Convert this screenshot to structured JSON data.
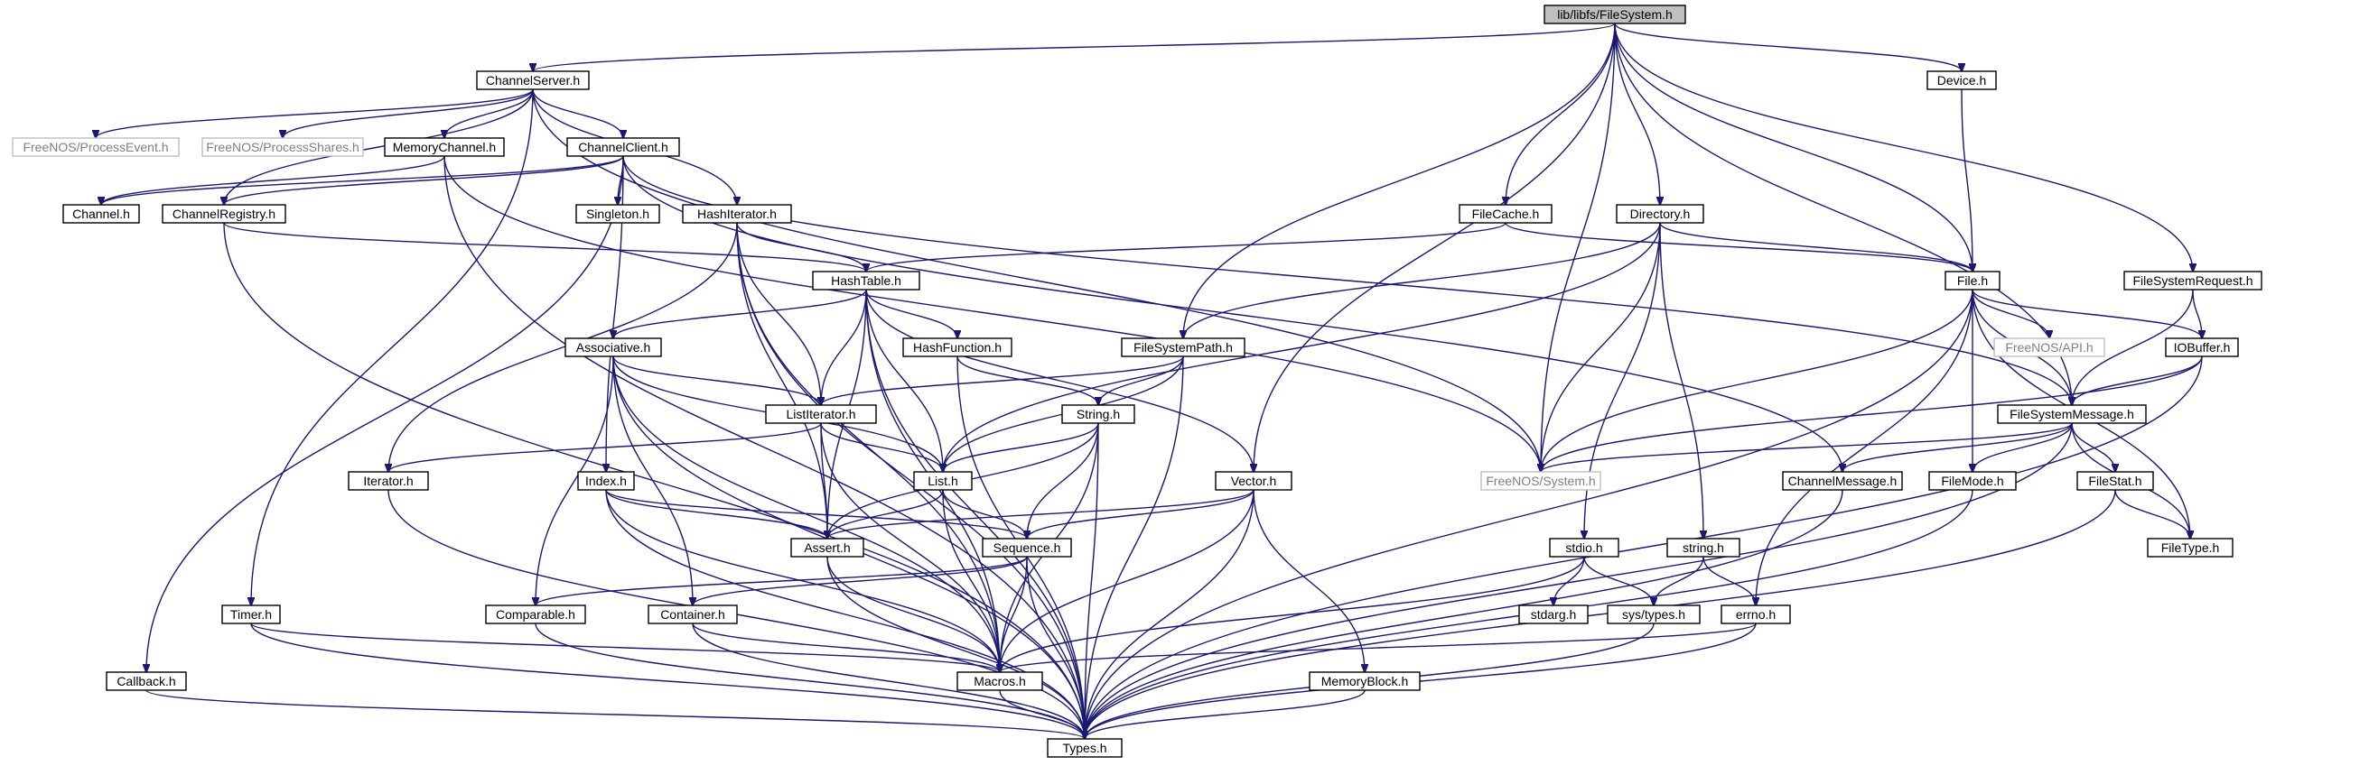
{
  "colors": {
    "edge": "#191970",
    "root_fill": "#bfbfbf",
    "external_border": "#bfbfbf",
    "node_border": "#000000"
  },
  "nodes": [
    {
      "id": "filesystem",
      "label": "lib/libfs/FileSystem.h",
      "kind": "root"
    },
    {
      "id": "channelserver",
      "label": "ChannelServer.h",
      "kind": "normal"
    },
    {
      "id": "device",
      "label": "Device.h",
      "kind": "normal"
    },
    {
      "id": "processevent",
      "label": "FreeNOS/ProcessEvent.h",
      "kind": "external"
    },
    {
      "id": "processshares",
      "label": "FreeNOS/ProcessShares.h",
      "kind": "external"
    },
    {
      "id": "memorychannel",
      "label": "MemoryChannel.h",
      "kind": "normal"
    },
    {
      "id": "channelclient",
      "label": "ChannelClient.h",
      "kind": "normal"
    },
    {
      "id": "channel",
      "label": "Channel.h",
      "kind": "normal"
    },
    {
      "id": "channelregistry",
      "label": "ChannelRegistry.h",
      "kind": "normal"
    },
    {
      "id": "singleton",
      "label": "Singleton.h",
      "kind": "normal"
    },
    {
      "id": "hashiterator",
      "label": "HashIterator.h",
      "kind": "normal"
    },
    {
      "id": "filecache",
      "label": "FileCache.h",
      "kind": "normal"
    },
    {
      "id": "directory",
      "label": "Directory.h",
      "kind": "normal"
    },
    {
      "id": "fileh",
      "label": "File.h",
      "kind": "normal"
    },
    {
      "id": "filesystemrequest",
      "label": "FileSystemRequest.h",
      "kind": "normal"
    },
    {
      "id": "hashtable",
      "label": "HashTable.h",
      "kind": "normal"
    },
    {
      "id": "associative",
      "label": "Associative.h",
      "kind": "normal"
    },
    {
      "id": "hashfunction",
      "label": "HashFunction.h",
      "kind": "normal"
    },
    {
      "id": "filesystempath",
      "label": "FileSystemPath.h",
      "kind": "normal"
    },
    {
      "id": "api",
      "label": "FreeNOS/API.h",
      "kind": "external"
    },
    {
      "id": "iobuffer",
      "label": "IOBuffer.h",
      "kind": "normal"
    },
    {
      "id": "listiterator",
      "label": "ListIterator.h",
      "kind": "normal"
    },
    {
      "id": "stringh",
      "label": "String.h",
      "kind": "normal"
    },
    {
      "id": "filesystemmessage",
      "label": "FileSystemMessage.h",
      "kind": "normal"
    },
    {
      "id": "iterator",
      "label": "Iterator.h",
      "kind": "normal"
    },
    {
      "id": "list",
      "label": "List.h",
      "kind": "normal"
    },
    {
      "id": "index",
      "label": "Index.h",
      "kind": "normal"
    },
    {
      "id": "vector",
      "label": "Vector.h",
      "kind": "normal"
    },
    {
      "id": "system",
      "label": "FreeNOS/System.h",
      "kind": "external"
    },
    {
      "id": "channelmessage",
      "label": "ChannelMessage.h",
      "kind": "normal"
    },
    {
      "id": "filemode",
      "label": "FileMode.h",
      "kind": "normal"
    },
    {
      "id": "filestat",
      "label": "FileStat.h",
      "kind": "normal"
    },
    {
      "id": "assert",
      "label": "Assert.h",
      "kind": "normal"
    },
    {
      "id": "sequence",
      "label": "Sequence.h",
      "kind": "normal"
    },
    {
      "id": "stdio",
      "label": "stdio.h",
      "kind": "normal"
    },
    {
      "id": "stringlc",
      "label": "string.h",
      "kind": "normal"
    },
    {
      "id": "filetype",
      "label": "FileType.h",
      "kind": "normal"
    },
    {
      "id": "timer",
      "label": "Timer.h",
      "kind": "normal"
    },
    {
      "id": "comparable",
      "label": "Comparable.h",
      "kind": "normal"
    },
    {
      "id": "container",
      "label": "Container.h",
      "kind": "normal"
    },
    {
      "id": "stdarg",
      "label": "stdarg.h",
      "kind": "normal"
    },
    {
      "id": "systypes",
      "label": "sys/types.h",
      "kind": "normal"
    },
    {
      "id": "errno",
      "label": "errno.h",
      "kind": "normal"
    },
    {
      "id": "callback",
      "label": "Callback.h",
      "kind": "normal"
    },
    {
      "id": "macros",
      "label": "Macros.h",
      "kind": "normal"
    },
    {
      "id": "memoryblock",
      "label": "MemoryBlock.h",
      "kind": "normal"
    },
    {
      "id": "types",
      "label": "Types.h",
      "kind": "normal"
    }
  ],
  "edges": [
    [
      "filesystem",
      "channelserver"
    ],
    [
      "filesystem",
      "device"
    ],
    [
      "filesystem",
      "fileh"
    ],
    [
      "filesystem",
      "filesystemrequest"
    ],
    [
      "filesystem",
      "filecache"
    ],
    [
      "filesystem",
      "directory"
    ],
    [
      "filesystem",
      "filesystempath"
    ],
    [
      "filesystem",
      "vector"
    ],
    [
      "filesystem",
      "system"
    ],
    [
      "filesystem",
      "filesystemmessage"
    ],
    [
      "channelserver",
      "processevent"
    ],
    [
      "channelserver",
      "processshares"
    ],
    [
      "channelserver",
      "memorychannel"
    ],
    [
      "channelserver",
      "channelclient"
    ],
    [
      "channelserver",
      "hashiterator"
    ],
    [
      "channelserver",
      "channelregistry"
    ],
    [
      "channelserver",
      "timer"
    ],
    [
      "channelserver",
      "system"
    ],
    [
      "memorychannel",
      "channel"
    ],
    [
      "memorychannel",
      "types"
    ],
    [
      "memorychannel",
      "system"
    ],
    [
      "channelclient",
      "channel"
    ],
    [
      "channelclient",
      "channelregistry"
    ],
    [
      "channelclient",
      "singleton"
    ],
    [
      "channelclient",
      "index"
    ],
    [
      "channelclient",
      "callback"
    ],
    [
      "channelclient",
      "channelmessage"
    ],
    [
      "channelclient",
      "filesystemmessage"
    ],
    [
      "channelregistry",
      "hashtable"
    ],
    [
      "channelregistry",
      "types"
    ],
    [
      "hashiterator",
      "hashtable"
    ],
    [
      "hashiterator",
      "iterator"
    ],
    [
      "hashiterator",
      "listiterator"
    ],
    [
      "hashiterator",
      "assert"
    ],
    [
      "hashiterator",
      "macros"
    ],
    [
      "hashiterator",
      "types"
    ],
    [
      "filecache",
      "hashtable"
    ],
    [
      "filecache",
      "fileh"
    ],
    [
      "directory",
      "fileh"
    ],
    [
      "directory",
      "filesystempath"
    ],
    [
      "directory",
      "list"
    ],
    [
      "directory",
      "system"
    ],
    [
      "directory",
      "stdio"
    ],
    [
      "directory",
      "stringlc"
    ],
    [
      "device",
      "fileh"
    ],
    [
      "fileh",
      "api"
    ],
    [
      "fileh",
      "iobuffer"
    ],
    [
      "fileh",
      "filesystemmessage"
    ],
    [
      "fileh",
      "filemode"
    ],
    [
      "fileh",
      "filetype"
    ],
    [
      "fileh",
      "errno"
    ],
    [
      "fileh",
      "system"
    ],
    [
      "fileh",
      "types"
    ],
    [
      "filesystemrequest",
      "iobuffer"
    ],
    [
      "filesystemrequest",
      "filesystemmessage"
    ],
    [
      "iobuffer",
      "filesystemmessage"
    ],
    [
      "iobuffer",
      "system"
    ],
    [
      "iobuffer",
      "types"
    ],
    [
      "hashtable",
      "associative"
    ],
    [
      "hashtable",
      "hashfunction"
    ],
    [
      "hashtable",
      "listiterator"
    ],
    [
      "hashtable",
      "list"
    ],
    [
      "hashtable",
      "assert"
    ],
    [
      "hashtable",
      "vector"
    ],
    [
      "hashtable",
      "macros"
    ],
    [
      "hashtable",
      "types"
    ],
    [
      "associative",
      "listiterator"
    ],
    [
      "associative",
      "list"
    ],
    [
      "associative",
      "comparable"
    ],
    [
      "associative",
      "container"
    ],
    [
      "associative",
      "macros"
    ],
    [
      "associative",
      "types"
    ],
    [
      "hashfunction",
      "stringh"
    ],
    [
      "hashfunction",
      "types"
    ],
    [
      "filesystempath",
      "stringh"
    ],
    [
      "filesystempath",
      "list"
    ],
    [
      "filesystempath",
      "listiterator"
    ],
    [
      "filesystempath",
      "types"
    ],
    [
      "listiterator",
      "iterator"
    ],
    [
      "listiterator",
      "list"
    ],
    [
      "listiterator",
      "assert"
    ],
    [
      "listiterator",
      "macros"
    ],
    [
      "stringh",
      "list"
    ],
    [
      "stringh",
      "sequence"
    ],
    [
      "stringh",
      "assert"
    ],
    [
      "stringh",
      "macros"
    ],
    [
      "stringh",
      "types"
    ],
    [
      "filesystemmessage",
      "system"
    ],
    [
      "filesystemmessage",
      "channelmessage"
    ],
    [
      "filesystemmessage",
      "filemode"
    ],
    [
      "filesystemmessage",
      "filestat"
    ],
    [
      "filesystemmessage",
      "filetype"
    ],
    [
      "filesystemmessage",
      "types"
    ],
    [
      "iterator",
      "types"
    ],
    [
      "list",
      "assert"
    ],
    [
      "list",
      "sequence"
    ],
    [
      "list",
      "macros"
    ],
    [
      "index",
      "assert"
    ],
    [
      "index",
      "sequence"
    ],
    [
      "index",
      "macros"
    ],
    [
      "index",
      "types"
    ],
    [
      "vector",
      "assert"
    ],
    [
      "vector",
      "sequence"
    ],
    [
      "vector",
      "macros"
    ],
    [
      "vector",
      "memoryblock"
    ],
    [
      "vector",
      "types"
    ],
    [
      "channelmessage",
      "types"
    ],
    [
      "filemode",
      "types"
    ],
    [
      "filestat",
      "filetype"
    ],
    [
      "filestat",
      "types"
    ],
    [
      "assert",
      "macros"
    ],
    [
      "assert",
      "types"
    ],
    [
      "sequence",
      "comparable"
    ],
    [
      "sequence",
      "container"
    ],
    [
      "sequence",
      "macros"
    ],
    [
      "sequence",
      "types"
    ],
    [
      "stdio",
      "stdarg"
    ],
    [
      "stdio",
      "systypes"
    ],
    [
      "stdio",
      "macros"
    ],
    [
      "stringlc",
      "systypes"
    ],
    [
      "stringlc",
      "errno"
    ],
    [
      "timer",
      "macros"
    ],
    [
      "timer",
      "types"
    ],
    [
      "comparable",
      "types"
    ],
    [
      "container",
      "macros"
    ],
    [
      "container",
      "types"
    ],
    [
      "systypes",
      "types"
    ],
    [
      "errno",
      "macros"
    ],
    [
      "errno",
      "types"
    ],
    [
      "callback",
      "types"
    ],
    [
      "macros",
      "types"
    ],
    [
      "memoryblock",
      "types"
    ]
  ]
}
